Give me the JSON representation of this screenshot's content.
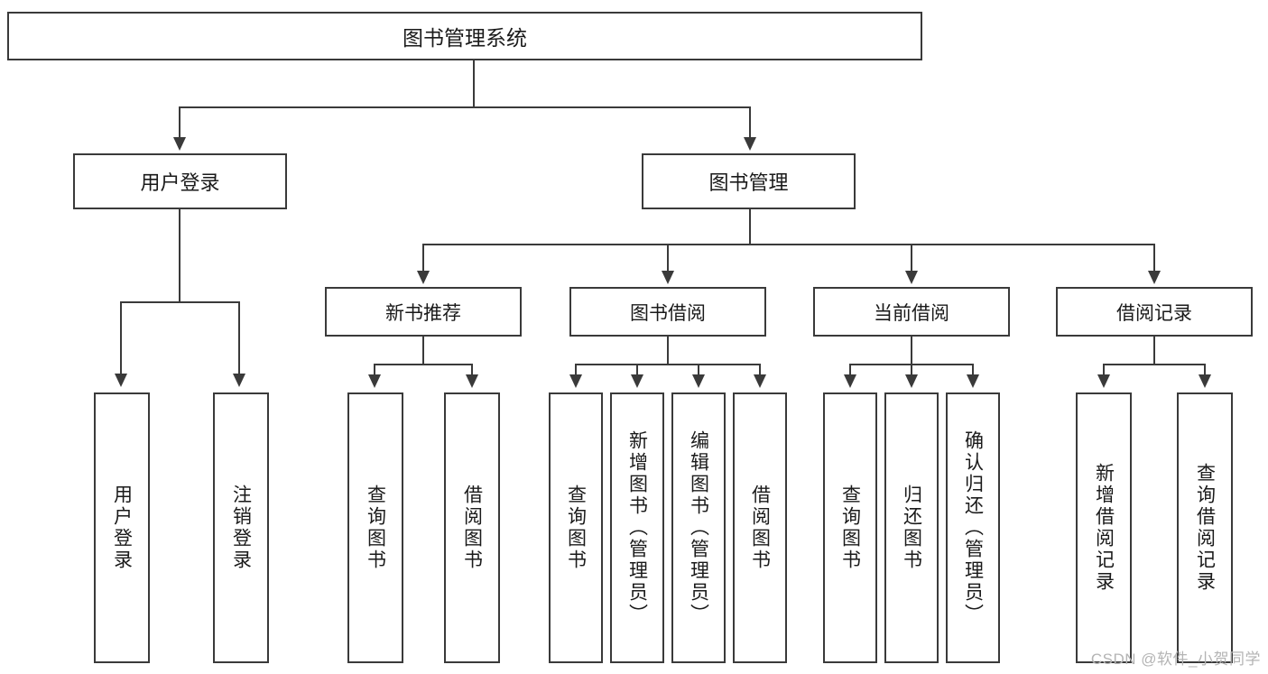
{
  "diagram": {
    "title": "图书管理系统",
    "type": "hierarchy-tree",
    "root": {
      "label": "图书管理系统"
    },
    "level2": [
      {
        "label": "用户登录"
      },
      {
        "label": "图书管理"
      }
    ],
    "level3": [
      {
        "label": "新书推荐"
      },
      {
        "label": "图书借阅"
      },
      {
        "label": "当前借阅"
      },
      {
        "label": "借阅记录"
      }
    ],
    "leaves": {
      "user_login": [
        {
          "label": "用户登录"
        },
        {
          "label": "注销登录"
        }
      ],
      "new_book_recommend": [
        {
          "label": "查询图书"
        },
        {
          "label": "借阅图书"
        }
      ],
      "book_borrow": [
        {
          "label": "查询图书"
        },
        {
          "label": "新增图书（管理员）"
        },
        {
          "label": "编辑图书（管理员）"
        },
        {
          "label": "借阅图书"
        }
      ],
      "current_borrow": [
        {
          "label": "查询图书"
        },
        {
          "label": "归还图书"
        },
        {
          "label": "确认归还（管理员）"
        }
      ],
      "borrow_record": [
        {
          "label": "新增借阅记录"
        },
        {
          "label": "查询借阅记录"
        }
      ]
    }
  },
  "watermark": {
    "text": "CSDN @软件_小贺同学"
  },
  "colors": {
    "stroke": "#3a3a3a",
    "text": "#1a1a1a",
    "background": "#ffffff",
    "watermark": "#b4b4b4"
  }
}
